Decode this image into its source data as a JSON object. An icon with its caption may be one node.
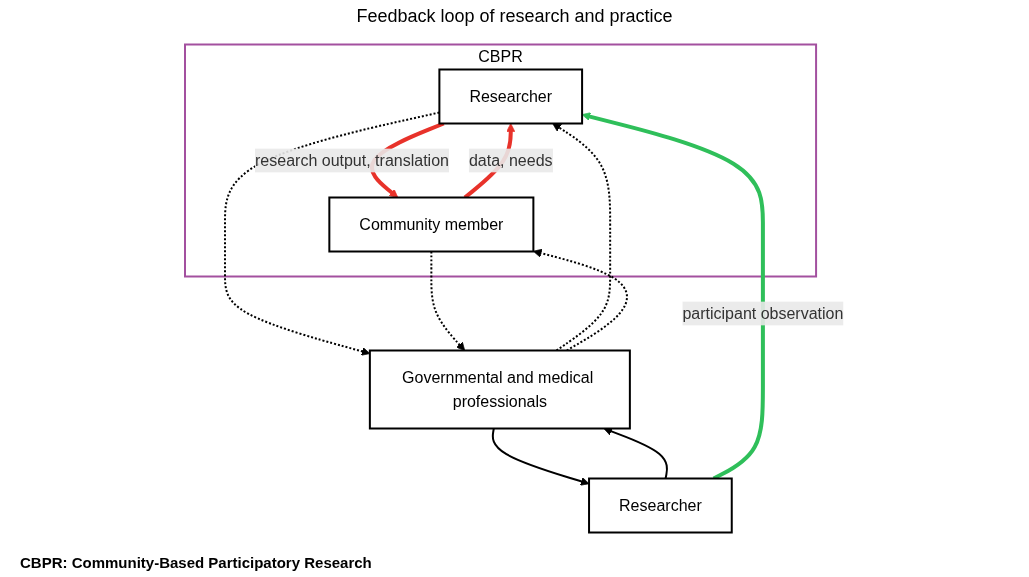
{
  "diagram": {
    "caption": "CBPR: Community-Based Participatory Research",
    "nodes": [
      {
        "text": [
          "CBPR"
        ]
      },
      {
        "text": [
          "Researcher"
        ],
        "in": 0
      },
      {
        "text": [
          "Community member"
        ],
        "in": 0
      },
      {
        "text": [
          "Governmental and medical professionals"
        ]
      },
      {
        "text": [
          "Researcher"
        ]
      }
    ],
    "edges": [
      {
        "from": 2,
        "to": 1,
        "arrow": "to",
        "label": "data, needs",
        "style": "thick",
        "color": "#e8322a"
      },
      {
        "from": 1,
        "to": 2,
        "arrow": "to",
        "label": "research output, translation",
        "style": "thick",
        "color": "#e8322a"
      },
      {
        "from": 1,
        "to": 3,
        "arrow": "to",
        "style": "dashed"
      },
      {
        "from": 3,
        "to": 1,
        "arrow": "to",
        "style": "dashed"
      },
      {
        "from": 2,
        "to": 3,
        "arrow": "to",
        "style": "dashed"
      },
      {
        "from": 3,
        "to": 2,
        "arrow": "to",
        "style": "dashed"
      },
      {
        "from": 4,
        "to": 3,
        "arrow": "to"
      },
      {
        "from": 3,
        "to": 4,
        "arrow": "to"
      },
      {
        "from": 4,
        "to": 1,
        "arrow": "to",
        "label": "participant observation",
        "style": "thick",
        "color": "#2fbf5a"
      }
    ],
    "labels": [
      "Feedback loop of research and practice"
    ]
  }
}
